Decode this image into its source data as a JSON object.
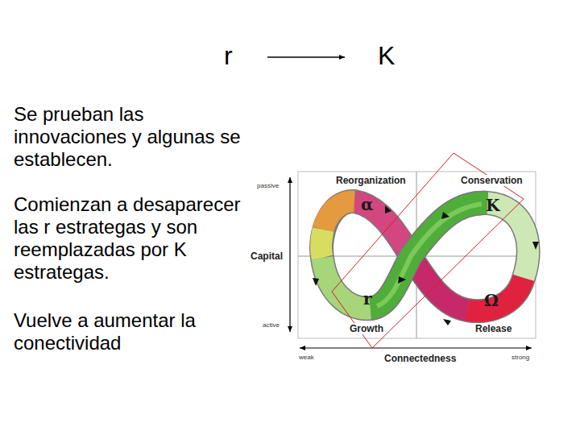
{
  "diagram": {
    "labels": [
      "r",
      "K",
      "Se prueban las innovaciones y algunas se establecen.",
      "Comienzan a desaparecer las r estrategas y son reemplazadas por K estrategas.",
      "Vuelve a aumentar la conectividad",
      "Reorganization",
      "Conservation",
      "passive",
      "Capital",
      "active",
      "Growth",
      "Release",
      "weak",
      "Connectedness",
      "strong",
      "α",
      "K",
      "r",
      "Ω"
    ]
  }
}
